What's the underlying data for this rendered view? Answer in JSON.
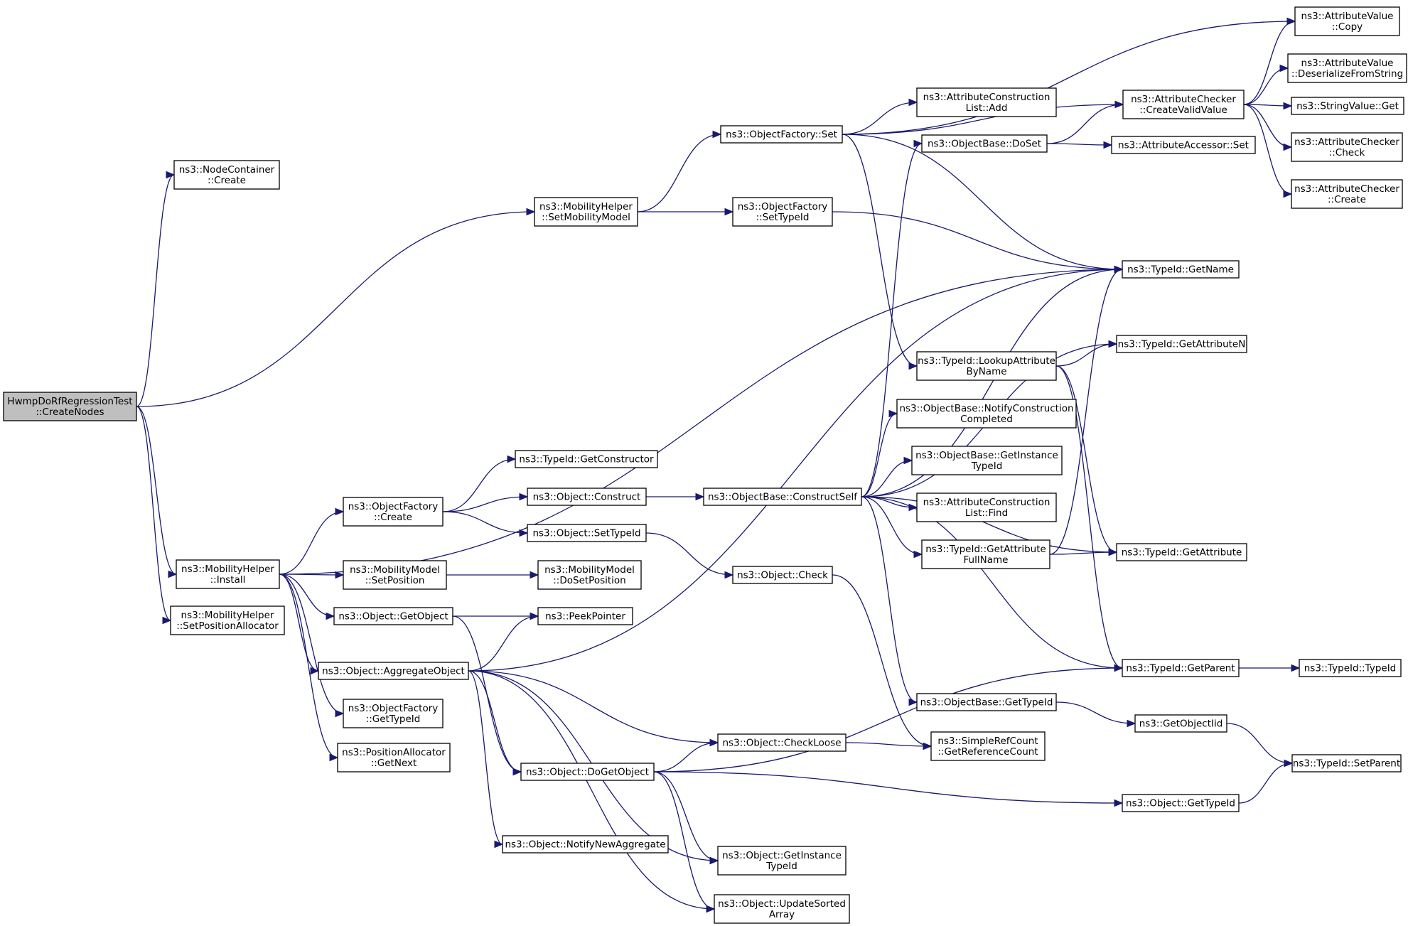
{
  "graph": {
    "nodes": [
      {
        "id": "root",
        "lines": [
          "HwmpDoRfRegressionTest",
          "::CreateNodes"
        ],
        "root": true
      },
      {
        "id": "nc_create",
        "lines": [
          "ns3::NodeContainer",
          "::Create"
        ]
      },
      {
        "id": "mh_setmob",
        "lines": [
          "ns3::MobilityHelper",
          "::SetMobilityModel"
        ]
      },
      {
        "id": "mh_install",
        "lines": [
          "ns3::MobilityHelper",
          "::Install"
        ]
      },
      {
        "id": "mh_setpos",
        "lines": [
          "ns3::MobilityHelper",
          "::SetPositionAllocator"
        ]
      },
      {
        "id": "of_set",
        "lines": [
          "ns3::ObjectFactory::Set"
        ]
      },
      {
        "id": "of_settypeid",
        "lines": [
          "ns3::ObjectFactory",
          "::SetTypeId"
        ]
      },
      {
        "id": "of_create",
        "lines": [
          "ns3::ObjectFactory",
          "::Create"
        ]
      },
      {
        "id": "mm_setpos",
        "lines": [
          "ns3::MobilityModel",
          "::SetPosition"
        ]
      },
      {
        "id": "mm_dosetpos",
        "lines": [
          "ns3::MobilityModel",
          "::DoSetPosition"
        ]
      },
      {
        "id": "obj_getobject",
        "lines": [
          "ns3::Object::GetObject"
        ]
      },
      {
        "id": "peekpointer",
        "lines": [
          "ns3::PeekPointer"
        ]
      },
      {
        "id": "obj_aggregate",
        "lines": [
          "ns3::Object::AggregateObject"
        ]
      },
      {
        "id": "of_gettypeid",
        "lines": [
          "ns3::ObjectFactory",
          "::GetTypeId"
        ]
      },
      {
        "id": "pa_getnext",
        "lines": [
          "ns3::PositionAllocator",
          "::GetNext"
        ]
      },
      {
        "id": "tid_getctor",
        "lines": [
          "ns3::TypeId::GetConstructor"
        ]
      },
      {
        "id": "obj_construct",
        "lines": [
          "ns3::Object::Construct"
        ]
      },
      {
        "id": "obj_settypeid",
        "lines": [
          "ns3::Object::SetTypeId"
        ]
      },
      {
        "id": "ob_constructself",
        "lines": [
          "ns3::ObjectBase::ConstructSelf"
        ]
      },
      {
        "id": "obj_check",
        "lines": [
          "ns3::Object::Check"
        ]
      },
      {
        "id": "obj_checkloose",
        "lines": [
          "ns3::Object::CheckLoose"
        ]
      },
      {
        "id": "obj_dogetobject",
        "lines": [
          "ns3::Object::DoGetObject"
        ]
      },
      {
        "id": "obj_notifynewagg",
        "lines": [
          "ns3::Object::NotifyNewAggregate"
        ]
      },
      {
        "id": "obj_getinsttid",
        "lines": [
          "ns3::Object::GetInstance",
          "TypeId"
        ]
      },
      {
        "id": "obj_updatesorted",
        "lines": [
          "ns3::Object::UpdateSorted",
          "Array"
        ]
      },
      {
        "id": "acl_add",
        "lines": [
          "ns3::AttributeConstruction",
          "List::Add"
        ]
      },
      {
        "id": "ob_doset",
        "lines": [
          "ns3::ObjectBase::DoSet"
        ]
      },
      {
        "id": "tid_lookupattr",
        "lines": [
          "ns3::TypeId::LookupAttribute",
          "ByName"
        ]
      },
      {
        "id": "ob_notifyconst",
        "lines": [
          "ns3::ObjectBase::NotifyConstruction",
          "Completed"
        ]
      },
      {
        "id": "ob_getinsttid",
        "lines": [
          "ns3::ObjectBase::GetInstance",
          "TypeId"
        ]
      },
      {
        "id": "acl_find",
        "lines": [
          "ns3::AttributeConstruction",
          "List::Find"
        ]
      },
      {
        "id": "tid_getattrfull",
        "lines": [
          "ns3::TypeId::GetAttribute",
          "FullName"
        ]
      },
      {
        "id": "ob_gettypeid",
        "lines": [
          "ns3::ObjectBase::GetTypeId"
        ]
      },
      {
        "id": "src_getrefcount",
        "lines": [
          "ns3::SimpleRefCount",
          "::GetReferenceCount"
        ]
      },
      {
        "id": "ac_createvalid",
        "lines": [
          "ns3::AttributeChecker",
          "::CreateValidValue"
        ]
      },
      {
        "id": "aa_set",
        "lines": [
          "ns3::AttributeAccessor::Set"
        ]
      },
      {
        "id": "tid_getname",
        "lines": [
          "ns3::TypeId::GetName"
        ]
      },
      {
        "id": "tid_getattrn",
        "lines": [
          "ns3::TypeId::GetAttributeN"
        ]
      },
      {
        "id": "tid_getattr",
        "lines": [
          "ns3::TypeId::GetAttribute"
        ]
      },
      {
        "id": "tid_getparent",
        "lines": [
          "ns3::TypeId::GetParent"
        ]
      },
      {
        "id": "getobjectiid",
        "lines": [
          "ns3::GetObjectIid"
        ]
      },
      {
        "id": "obj_gettypeid",
        "lines": [
          "ns3::Object::GetTypeId"
        ]
      },
      {
        "id": "av_copy",
        "lines": [
          "ns3::AttributeValue",
          "::Copy"
        ]
      },
      {
        "id": "av_deser",
        "lines": [
          "ns3::AttributeValue",
          "::DeserializeFromString"
        ]
      },
      {
        "id": "sv_get",
        "lines": [
          "ns3::StringValue::Get"
        ]
      },
      {
        "id": "ac_check",
        "lines": [
          "ns3::AttributeChecker",
          "::Check"
        ]
      },
      {
        "id": "ac_create",
        "lines": [
          "ns3::AttributeChecker",
          "::Create"
        ]
      },
      {
        "id": "tid_typeid",
        "lines": [
          "ns3::TypeId::TypeId"
        ]
      },
      {
        "id": "tid_setparent",
        "lines": [
          "ns3::TypeId::SetParent"
        ]
      }
    ],
    "edges": [
      [
        "root",
        "nc_create"
      ],
      [
        "root",
        "mh_setmob"
      ],
      [
        "root",
        "mh_install"
      ],
      [
        "root",
        "mh_setpos"
      ],
      [
        "mh_setmob",
        "of_set"
      ],
      [
        "mh_setmob",
        "of_settypeid"
      ],
      [
        "of_set",
        "av_copy"
      ],
      [
        "of_set",
        "ac_createvalid"
      ],
      [
        "of_set",
        "acl_add"
      ],
      [
        "of_set",
        "tid_getname"
      ],
      [
        "of_set",
        "tid_lookupattr"
      ],
      [
        "of_settypeid",
        "tid_getname"
      ],
      [
        "mh_install",
        "tid_getname"
      ],
      [
        "mh_install",
        "of_create"
      ],
      [
        "mh_install",
        "mm_setpos"
      ],
      [
        "mh_install",
        "obj_getobject"
      ],
      [
        "mh_install",
        "obj_aggregate"
      ],
      [
        "mh_install",
        "of_gettypeid"
      ],
      [
        "mh_install",
        "pa_getnext"
      ],
      [
        "of_create",
        "tid_getctor"
      ],
      [
        "of_create",
        "obj_construct"
      ],
      [
        "of_create",
        "obj_settypeid"
      ],
      [
        "mm_setpos",
        "mm_dosetpos"
      ],
      [
        "obj_getobject",
        "peekpointer"
      ],
      [
        "obj_getobject",
        "obj_dogetobject"
      ],
      [
        "obj_aggregate",
        "peekpointer"
      ],
      [
        "obj_aggregate",
        "tid_getname"
      ],
      [
        "obj_aggregate",
        "obj_checkloose"
      ],
      [
        "obj_aggregate",
        "obj_dogetobject"
      ],
      [
        "obj_aggregate",
        "obj_notifynewagg"
      ],
      [
        "obj_aggregate",
        "obj_getinsttid"
      ],
      [
        "obj_aggregate",
        "obj_updatesorted"
      ],
      [
        "obj_construct",
        "ob_constructself"
      ],
      [
        "obj_settypeid",
        "obj_check"
      ],
      [
        "obj_check",
        "src_getrefcount"
      ],
      [
        "obj_checkloose",
        "src_getrefcount"
      ],
      [
        "obj_dogetobject",
        "obj_checkloose"
      ],
      [
        "obj_dogetobject",
        "tid_getparent"
      ],
      [
        "obj_dogetobject",
        "obj_gettypeid"
      ],
      [
        "obj_dogetobject",
        "obj_getinsttid"
      ],
      [
        "obj_dogetobject",
        "obj_updatesorted"
      ],
      [
        "ob_constructself",
        "ob_doset"
      ],
      [
        "ob_constructself",
        "tid_getname"
      ],
      [
        "ob_constructself",
        "tid_getattrn"
      ],
      [
        "ob_constructself",
        "ob_notifyconst"
      ],
      [
        "ob_constructself",
        "ob_getinsttid"
      ],
      [
        "ob_constructself",
        "acl_find"
      ],
      [
        "ob_constructself",
        "tid_getattrfull"
      ],
      [
        "ob_constructself",
        "tid_getattr"
      ],
      [
        "ob_constructself",
        "tid_getparent"
      ],
      [
        "ob_constructself",
        "ob_gettypeid"
      ],
      [
        "ob_doset",
        "ac_createvalid"
      ],
      [
        "ob_doset",
        "aa_set"
      ],
      [
        "tid_lookupattr",
        "tid_getattrn"
      ],
      [
        "tid_lookupattr",
        "tid_getattr"
      ],
      [
        "tid_lookupattr",
        "tid_getparent"
      ],
      [
        "tid_getattrfull",
        "tid_getname"
      ],
      [
        "tid_getattrfull",
        "tid_getattr"
      ],
      [
        "ob_gettypeid",
        "getobjectiid"
      ],
      [
        "ac_createvalid",
        "av_copy"
      ],
      [
        "ac_createvalid",
        "av_deser"
      ],
      [
        "ac_createvalid",
        "sv_get"
      ],
      [
        "ac_createvalid",
        "ac_check"
      ],
      [
        "ac_createvalid",
        "ac_create"
      ],
      [
        "tid_getparent",
        "tid_typeid"
      ],
      [
        "getobjectiid",
        "tid_setparent"
      ],
      [
        "obj_gettypeid",
        "tid_setparent"
      ]
    ]
  }
}
